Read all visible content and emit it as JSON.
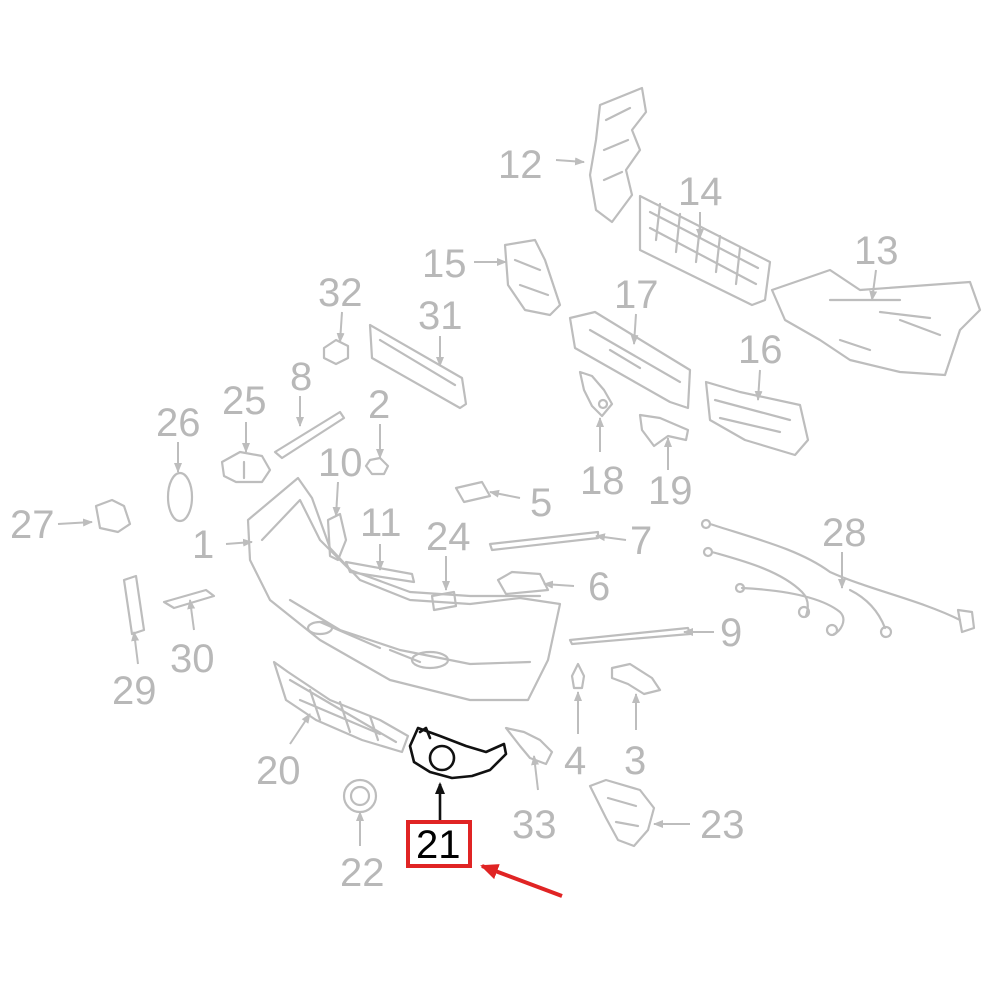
{
  "callouts": [
    "1",
    "2",
    "3",
    "4",
    "5",
    "6",
    "7",
    "8",
    "9",
    "10",
    "11",
    "12",
    "13",
    "14",
    "15",
    "16",
    "17",
    "18",
    "19",
    "20",
    "21",
    "22",
    "23",
    "24",
    "25",
    "26",
    "27",
    "28",
    "29",
    "30",
    "31",
    "32",
    "33"
  ],
  "highlight": {
    "label": "21",
    "box_color": "#e02424",
    "arrow_color": "#e02424",
    "part_color": "#111111"
  },
  "colors": {
    "line": "#bdbdbd",
    "label": "#b8b8b8",
    "background": "#ffffff"
  }
}
